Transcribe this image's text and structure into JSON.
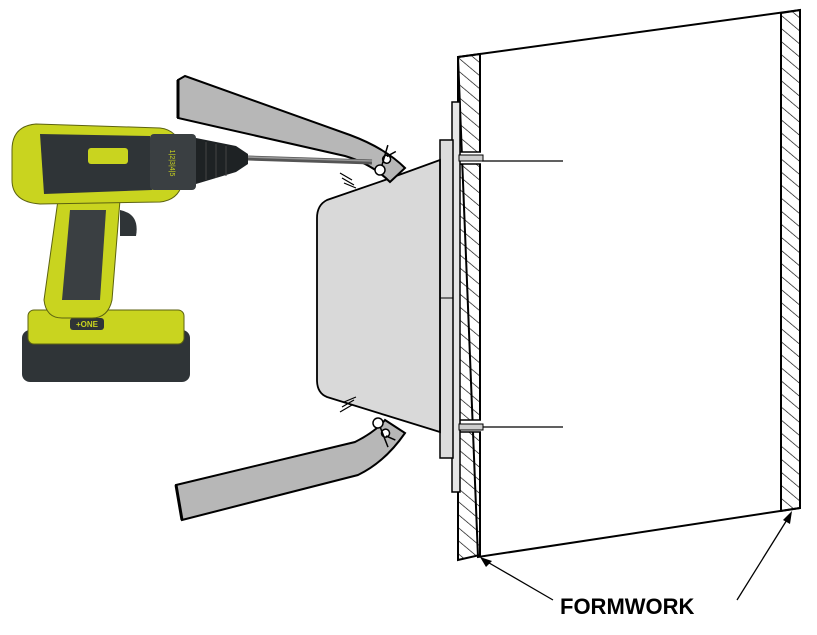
{
  "diagram": {
    "formwork_label": "FORMWORK",
    "drill_badge": "+ONE",
    "drill_clutch_marks": "1|2|3|4|5",
    "colors": {
      "drill_body": "#c9d41f",
      "drill_dark": "#2f3437",
      "box": "#d9d9d9",
      "panel": "#e0e0e0",
      "arm": "#b7b7b7",
      "line": "#000000"
    },
    "icons": [
      "drill-icon",
      "scissors-icon"
    ]
  }
}
